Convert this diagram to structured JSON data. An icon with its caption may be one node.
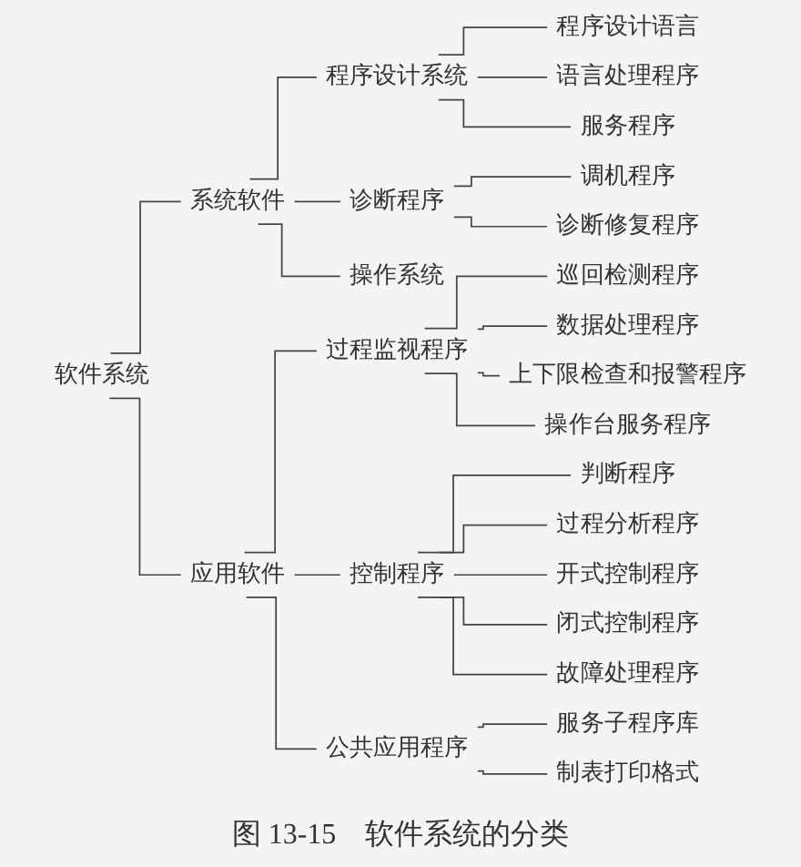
{
  "diagram": {
    "caption": "图 13-15　软件系统的分类",
    "nodes": [
      {
        "text": [
          "软件系统"
        ]
      },
      {
        "text": [
          "系统软件"
        ]
      },
      {
        "text": [
          "程序设计系统"
        ]
      },
      {
        "text": [
          "程序设计语言"
        ]
      },
      {
        "text": [
          "语言处理程序"
        ]
      },
      {
        "text": [
          "服务程序"
        ]
      },
      {
        "text": [
          "诊断程序"
        ]
      },
      {
        "text": [
          "调机程序"
        ]
      },
      {
        "text": [
          "诊断修复程序"
        ]
      },
      {
        "text": [
          "操作系统"
        ]
      },
      {
        "text": [
          "应用软件"
        ]
      },
      {
        "text": [
          "过程监视程序"
        ]
      },
      {
        "text": [
          "巡回检测程序"
        ]
      },
      {
        "text": [
          "数据处理程序"
        ]
      },
      {
        "text": [
          "上下限检查和报警程序"
        ]
      },
      {
        "text": [
          "操作台服务程序"
        ]
      },
      {
        "text": [
          "控制程序"
        ]
      },
      {
        "text": [
          "判断程序"
        ]
      },
      {
        "text": [
          "过程分析程序"
        ]
      },
      {
        "text": [
          "开式控制程序"
        ]
      },
      {
        "text": [
          "闭式控制程序"
        ]
      },
      {
        "text": [
          "故障处理程序"
        ]
      },
      {
        "text": [
          "公共应用程序"
        ]
      },
      {
        "text": [
          "服务子程序库"
        ]
      },
      {
        "text": [
          "制表打印格式"
        ]
      }
    ],
    "edges": [
      {
        "from": 0,
        "to": 1,
        "arrow": "none"
      },
      {
        "from": 1,
        "to": 2,
        "arrow": "none"
      },
      {
        "from": 2,
        "to": 3,
        "arrow": "none"
      },
      {
        "from": 2,
        "to": 4,
        "arrow": "none"
      },
      {
        "from": 2,
        "to": 5,
        "arrow": "none"
      },
      {
        "from": 1,
        "to": 6,
        "arrow": "none"
      },
      {
        "from": 6,
        "to": 7,
        "arrow": "none"
      },
      {
        "from": 6,
        "to": 8,
        "arrow": "none"
      },
      {
        "from": 1,
        "to": 9,
        "arrow": "none"
      },
      {
        "from": 0,
        "to": 10,
        "arrow": "none"
      },
      {
        "from": 10,
        "to": 11,
        "arrow": "none"
      },
      {
        "from": 11,
        "to": 12,
        "arrow": "none"
      },
      {
        "from": 11,
        "to": 13,
        "arrow": "none"
      },
      {
        "from": 11,
        "to": 14,
        "arrow": "none"
      },
      {
        "from": 11,
        "to": 15,
        "arrow": "none"
      },
      {
        "from": 10,
        "to": 16,
        "arrow": "none"
      },
      {
        "from": 16,
        "to": 17,
        "arrow": "none"
      },
      {
        "from": 16,
        "to": 18,
        "arrow": "none"
      },
      {
        "from": 16,
        "to": 19,
        "arrow": "none"
      },
      {
        "from": 16,
        "to": 20,
        "arrow": "none"
      },
      {
        "from": 16,
        "to": 21,
        "arrow": "none"
      },
      {
        "from": 10,
        "to": 22,
        "arrow": "none"
      },
      {
        "from": 22,
        "to": 23,
        "arrow": "none"
      },
      {
        "from": 22,
        "to": 24,
        "arrow": "none"
      }
    ]
  }
}
